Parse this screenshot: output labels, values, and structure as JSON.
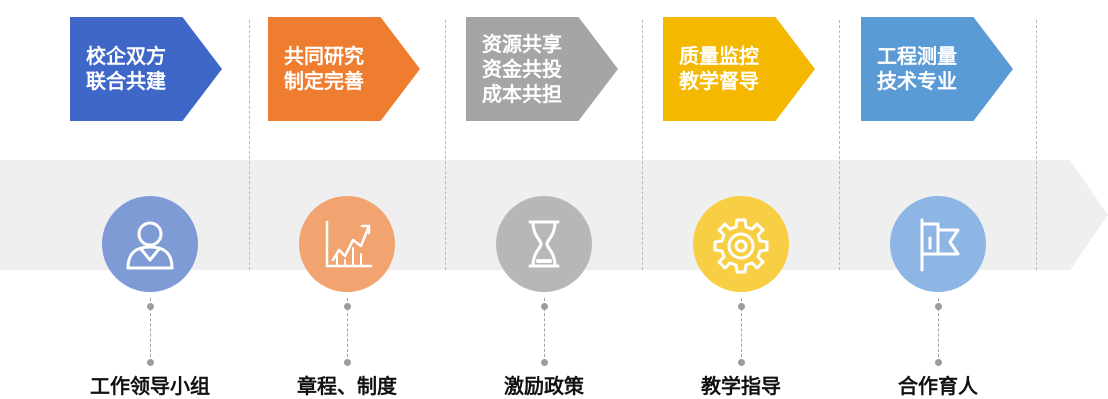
{
  "steps": [
    {
      "tag": "校企双方\n联合共建",
      "label": "工作领导小组",
      "color": "#3f67c7",
      "circle_color": "#7f9bd6",
      "icon": "person-icon"
    },
    {
      "tag": "共同研究\n制定完善",
      "label": "章程、制度",
      "color": "#ee7d30",
      "circle_color": "#f1a46f",
      "icon": "growth-chart-icon"
    },
    {
      "tag": "资源共享\n资金共投\n成本共担",
      "label": "激励政策",
      "color": "#a5a5a5",
      "circle_color": "#b7b7b7",
      "icon": "hourglass-icon"
    },
    {
      "tag": "质量监控\n教学督导",
      "label": "教学指导",
      "color": "#f5b800",
      "circle_color": "#f8ce44",
      "icon": "gear-icon"
    },
    {
      "tag": "工程测量\n技术专业",
      "label": "合作育人",
      "color": "#5b9bd5",
      "circle_color": "#8db6e4",
      "icon": "flag-icon"
    }
  ],
  "band_color": "#efefef"
}
